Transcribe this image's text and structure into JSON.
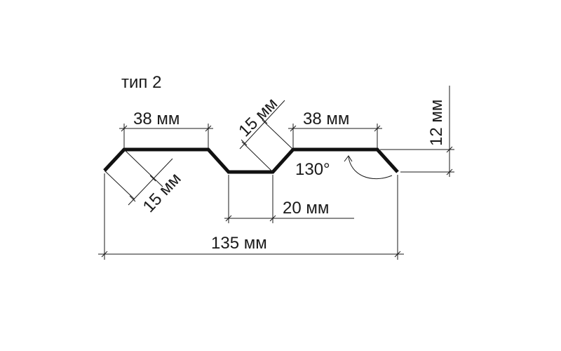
{
  "title": "тип 2",
  "dimensions": {
    "top_left_width": "38 мм",
    "top_right_width": "38 мм",
    "slope_upper": "15 мм",
    "slope_lower": "15 мм",
    "bottom_width": "20 мм",
    "total_width": "135 мм",
    "height": "12 мм",
    "angle": "130°"
  }
}
